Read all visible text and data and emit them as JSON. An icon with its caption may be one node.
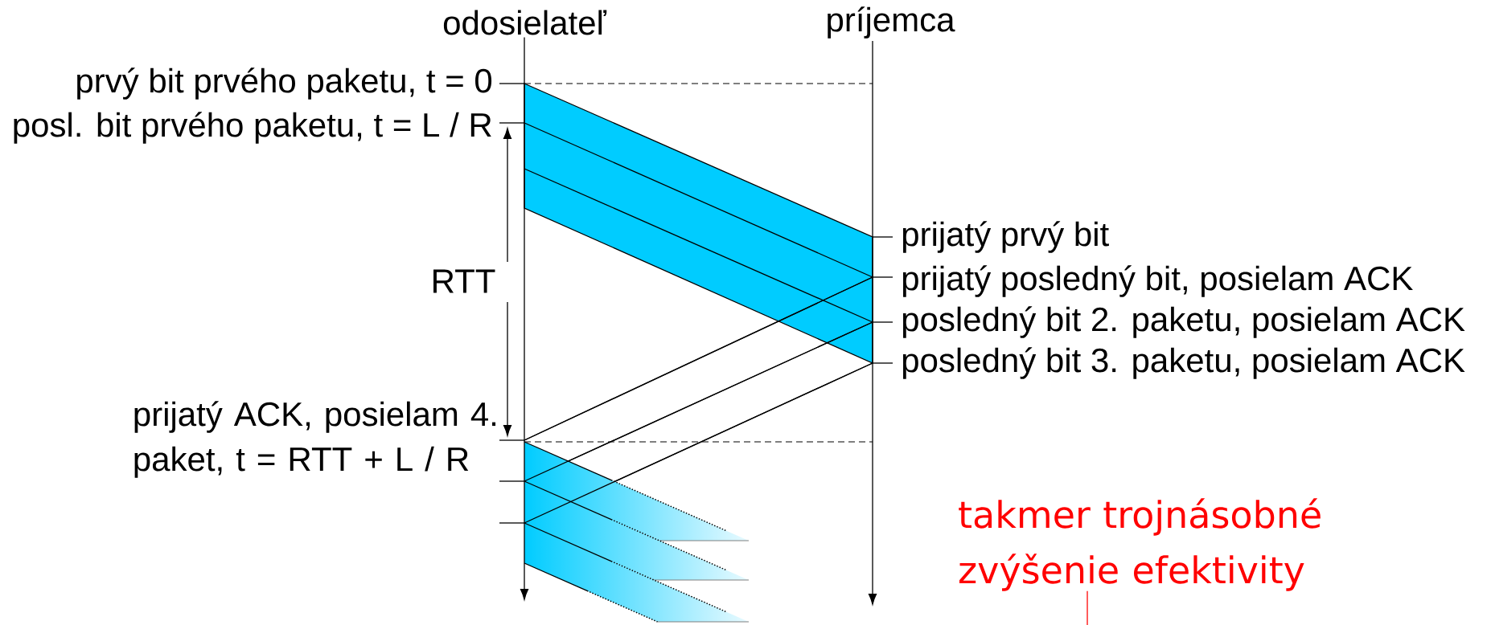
{
  "diagram": {
    "nodes": [
      {
        "text": [
          "odosielateľ"
        ]
      },
      {
        "text": [
          "príjemca"
        ]
      },
      {
        "text": [
          "takmer trojnásobné zvýšenie efektivity"
        ]
      }
    ],
    "edges": [
      {
        "from": 0,
        "to": null,
        "arrow": "to"
      },
      {
        "from": 1,
        "to": null,
        "arrow": "to"
      },
      {
        "from": 2,
        "to": null,
        "arrow": "none",
        "color": "#ff0000"
      }
    ],
    "labels": [
      "prvý bit prvého paketu, t = 0",
      "posl. bit prvého paketu, t = L / R",
      "prijatý prvý bit",
      "RTT",
      "prijatý posledný bit, posielam ACK",
      "posledný bit 2. paketu, posielam ACK",
      "posledný bit 3. paketu, posielam ACK",
      "prijatý ACK, posielam 4. paket, t = RTT + L / R"
    ]
  }
}
